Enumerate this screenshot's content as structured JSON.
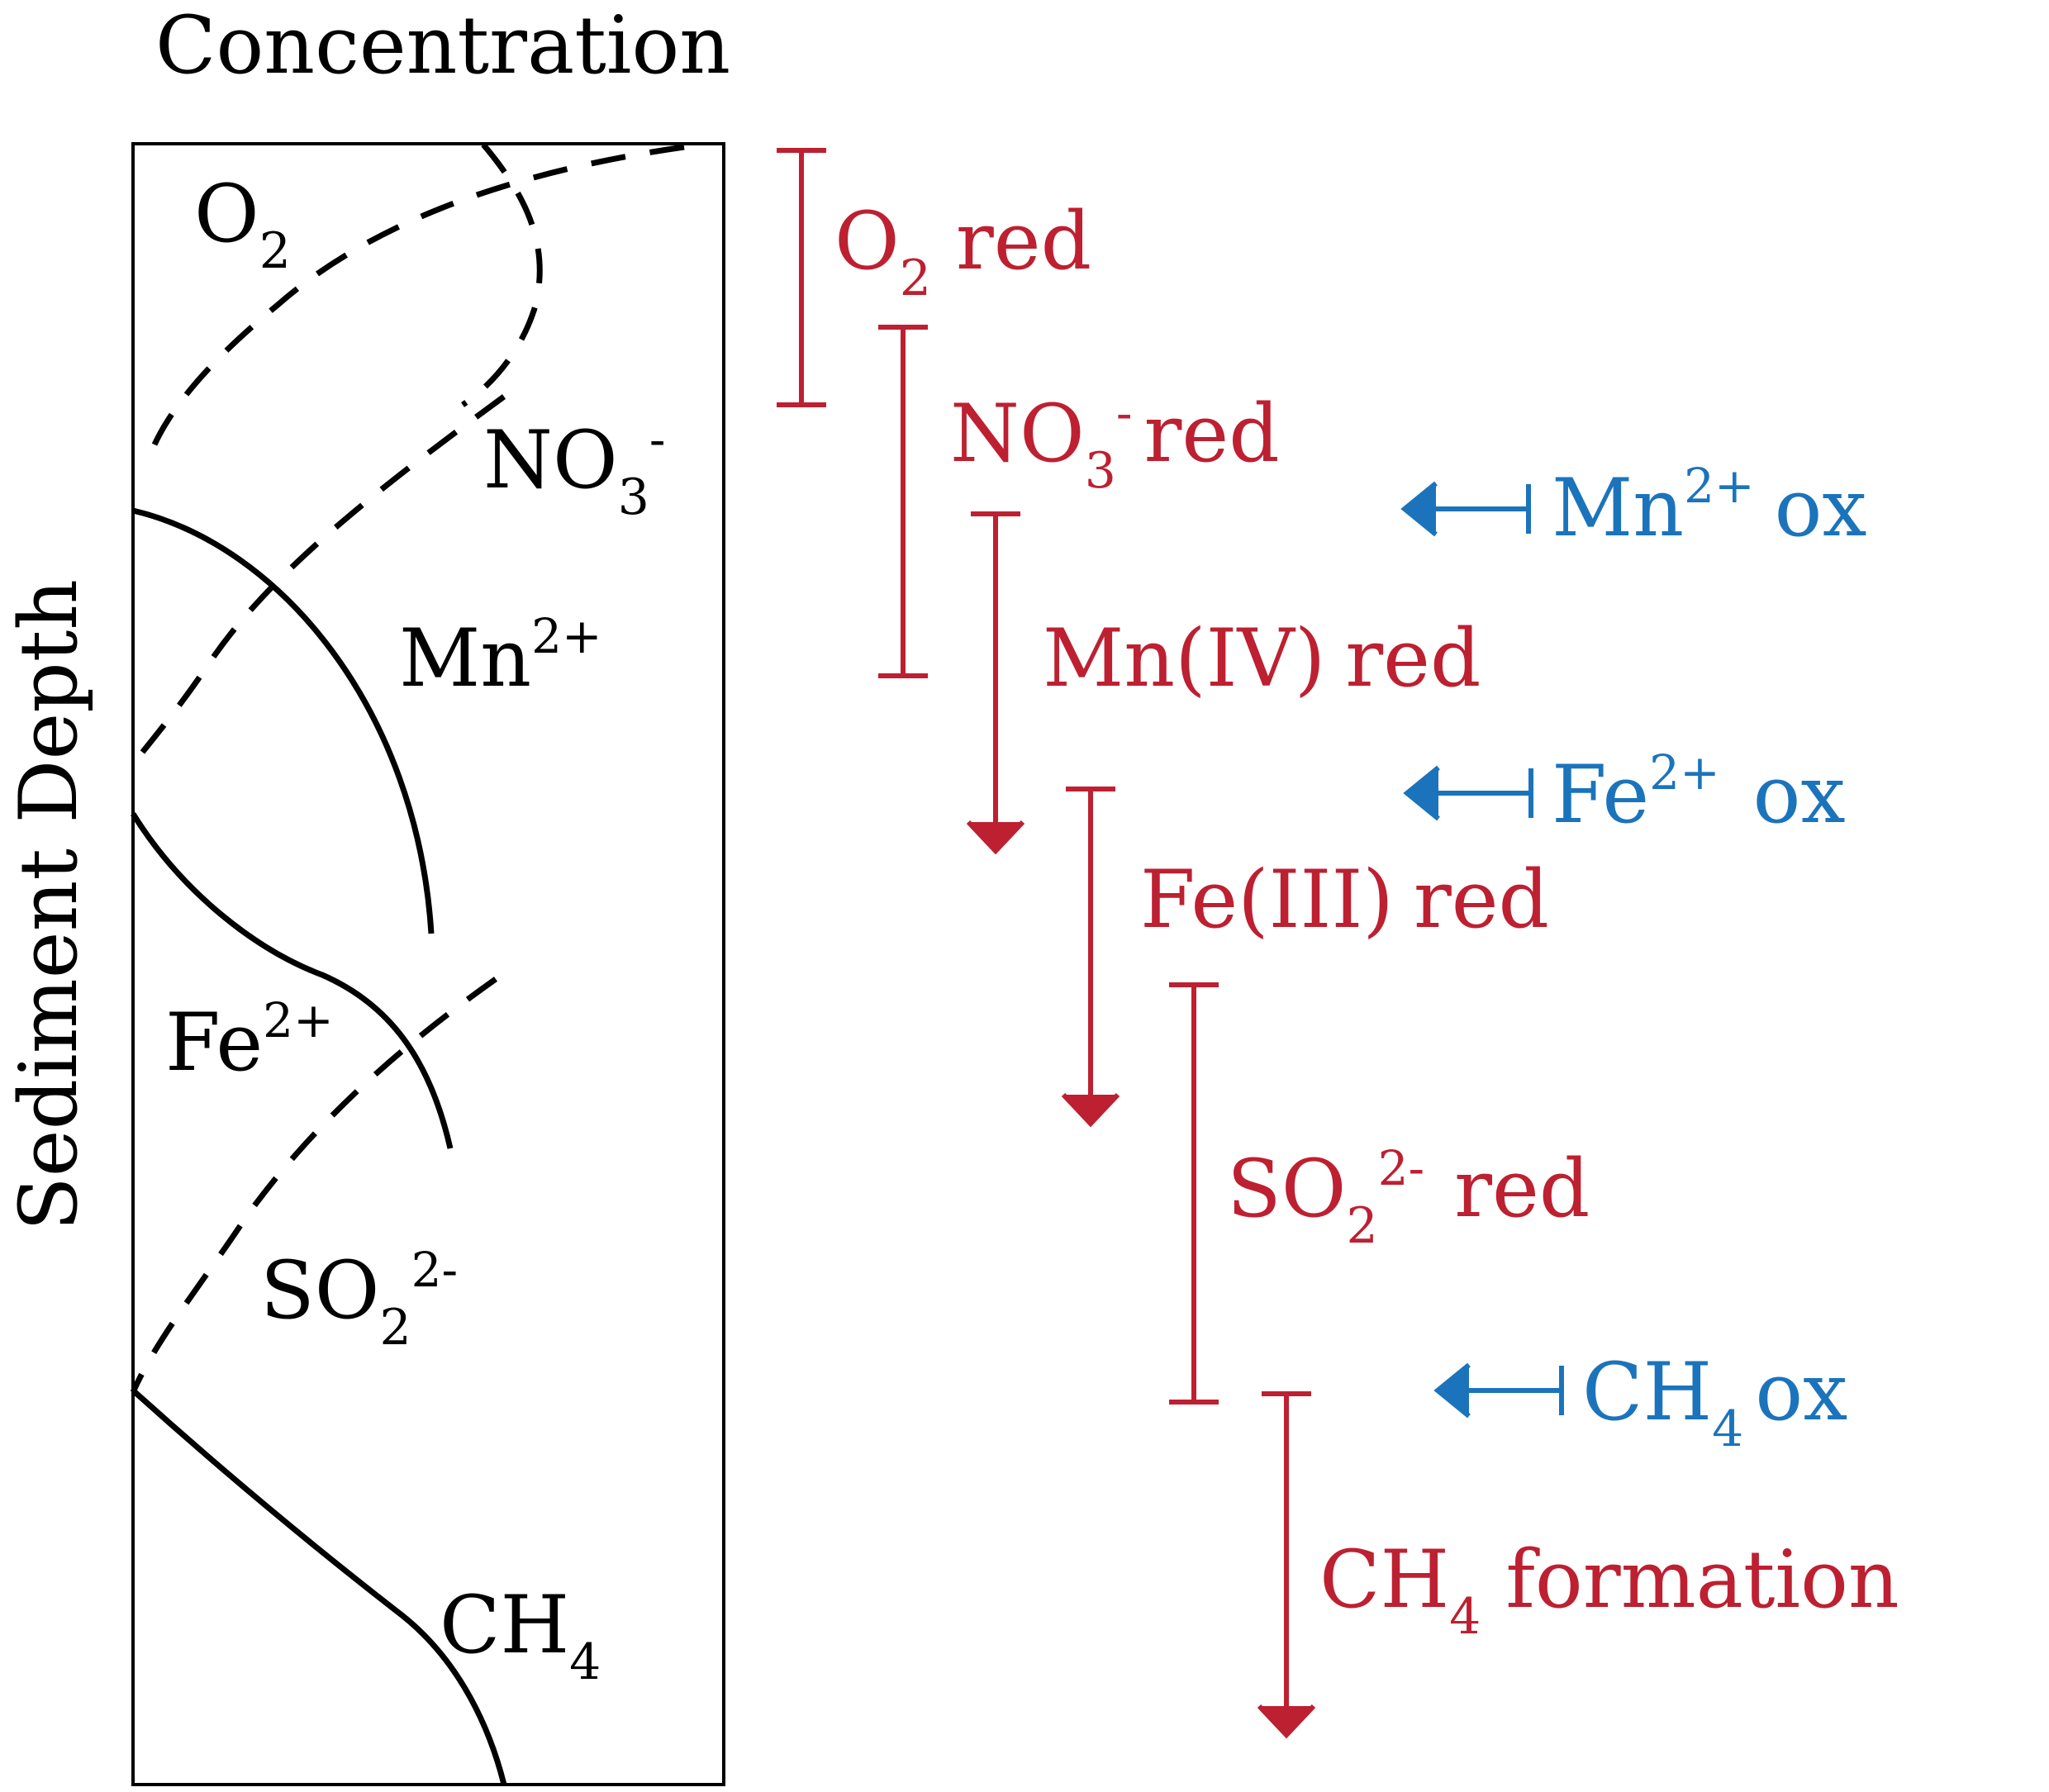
{
  "axes": {
    "top_label": "Concentration",
    "left_label": "Sediment Depth"
  },
  "species": [
    {
      "id": "o2",
      "base": "O",
      "sub": "2",
      "sup": ""
    },
    {
      "id": "no3",
      "base": "NO",
      "sub": "3",
      "sup": "-"
    },
    {
      "id": "mn",
      "base": "Mn",
      "sub": "",
      "sup": "2+"
    },
    {
      "id": "fe",
      "base": "Fe",
      "sub": "",
      "sup": "2+"
    },
    {
      "id": "so",
      "base": "SO",
      "sub": "2",
      "sup": "2-"
    },
    {
      "id": "ch4",
      "base": "CH",
      "sub": "4",
      "sup": ""
    }
  ],
  "processes": [
    {
      "id": "o2red",
      "base": "O",
      "sub": "2",
      "sup": "",
      "rest": "red"
    },
    {
      "id": "no3red",
      "base": "NO",
      "sub": "3",
      "sup": "-",
      "rest": "red"
    },
    {
      "id": "mnred",
      "base": "Mn(IV)",
      "sub": "",
      "sup": "",
      "rest": "red"
    },
    {
      "id": "fered",
      "base": "Fe(III)",
      "sub": "",
      "sup": "",
      "rest": "red"
    },
    {
      "id": "sored",
      "base": "SO",
      "sub": "2",
      "sup": "2-",
      "rest": "red"
    },
    {
      "id": "ch4form",
      "base": "CH",
      "sub": "4",
      "sup": "",
      "rest": "formation"
    }
  ],
  "oxidations": [
    {
      "id": "mnox",
      "base": "Mn",
      "sub": "",
      "sup": "2+",
      "rest": "ox"
    },
    {
      "id": "feox",
      "base": "Fe",
      "sub": "",
      "sup": "2+",
      "rest": "ox"
    },
    {
      "id": "ch4ox",
      "base": "CH",
      "sub": "4",
      "sup": "",
      "rest": "ox"
    }
  ],
  "colors": {
    "reduction": "#bd2031",
    "oxidation": "#1b74bb",
    "profile": "#000000"
  }
}
